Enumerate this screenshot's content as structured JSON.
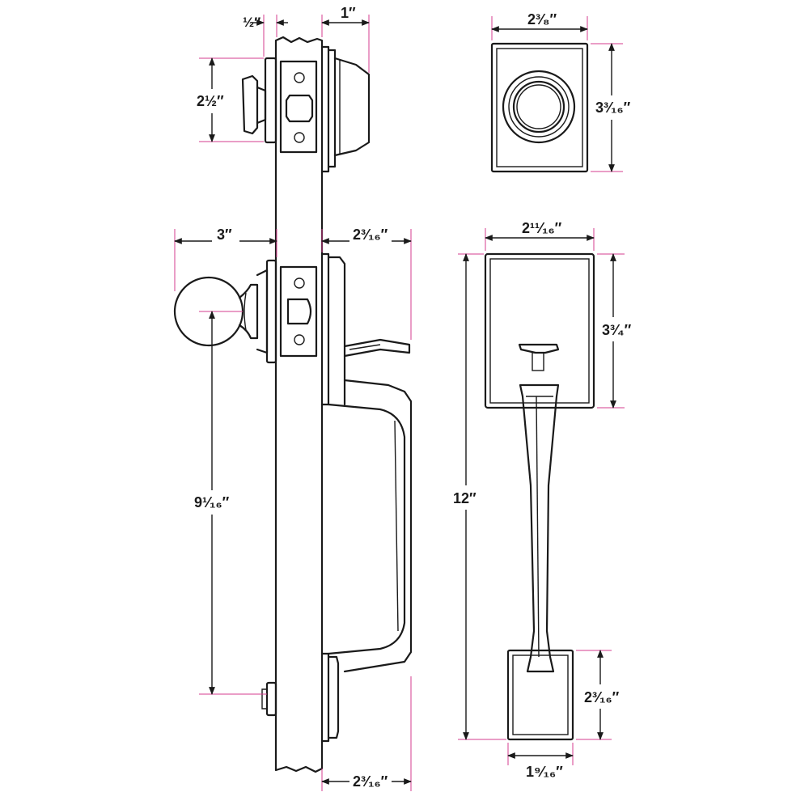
{
  "dimensions": {
    "half_inch": "½″",
    "one_inch": "1″",
    "two_half": "2½″",
    "three_in": "3″",
    "two_3_16_top": "2³⁄₁₆″",
    "nine_1_16": "9¹⁄₁₆″",
    "two_3_16_bottom": "2³⁄₁₆″",
    "two_3_8": "2³⁄₈″",
    "three_3_16": "3³⁄₁₆″",
    "two_11_16": "2¹¹⁄₁₆″",
    "three_3_4": "3³⁄₄″",
    "twelve_in": "12″",
    "two_3_16_right": "2³⁄₁₆″",
    "one_9_16": "1⁹⁄₁₆″"
  },
  "colors": {
    "line": "#1a1a1a",
    "extension": "#d63c8f",
    "background": "#ffffff"
  }
}
